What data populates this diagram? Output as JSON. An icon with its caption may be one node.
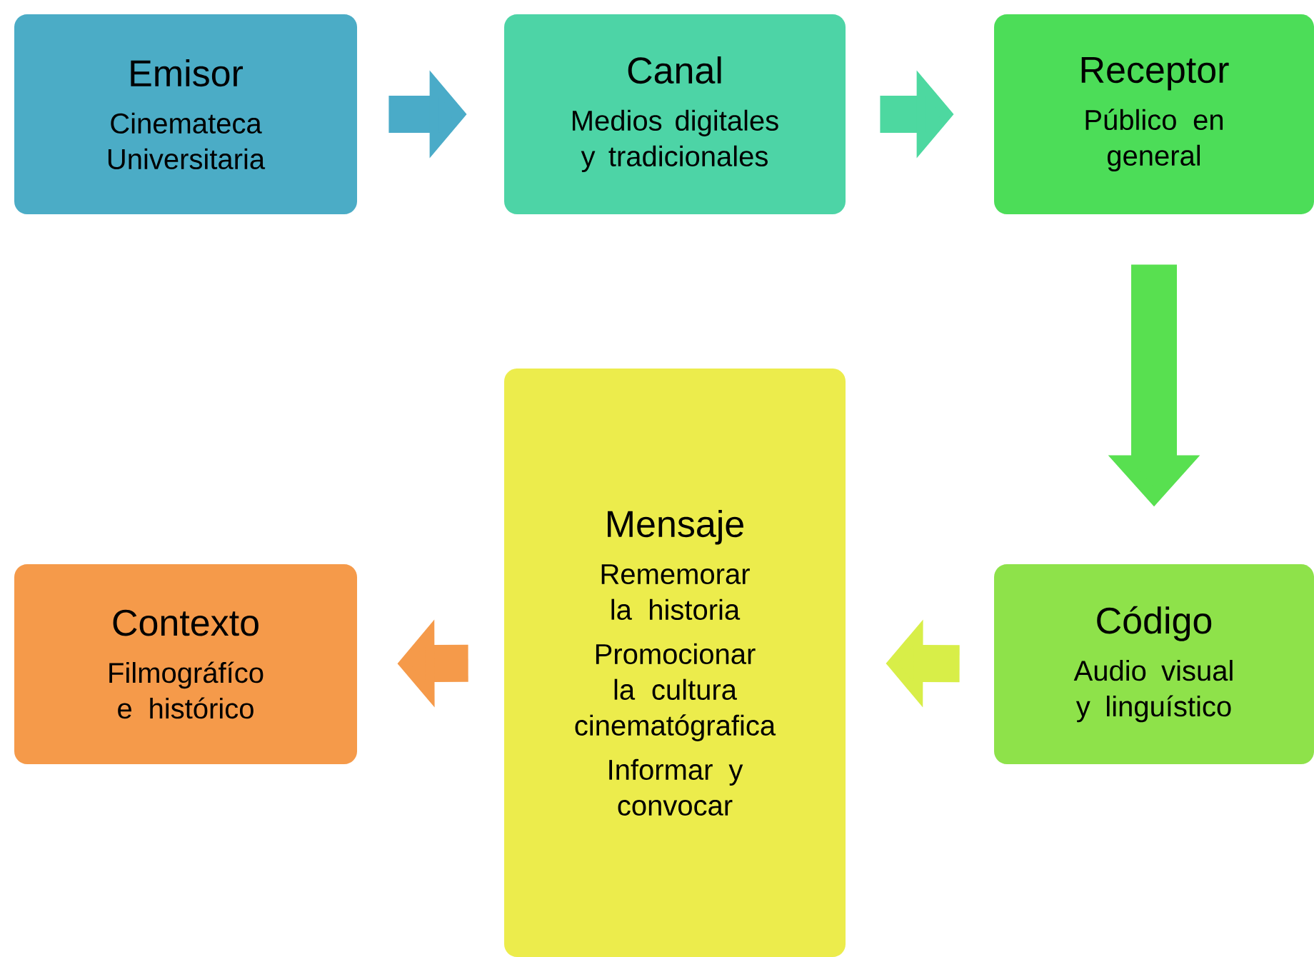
{
  "diagram": {
    "nodes": [
      {
        "text": [
          "Emisor",
          "Cinemateca Universitaria"
        ]
      },
      {
        "text": [
          "Canal",
          "Medios digitales y tradicionales"
        ]
      },
      {
        "text": [
          "Receptor",
          "Público en general"
        ]
      },
      {
        "text": [
          "Código",
          "Audio visual y linguístico"
        ]
      },
      {
        "text": [
          "Mensaje",
          "Rememorar la historia",
          "Promocionar la cultura cinematógrafica",
          "Informar y convocar"
        ]
      },
      {
        "text": [
          "Contexto",
          "Filmográfíco e histórico"
        ]
      }
    ],
    "edges": [
      {
        "from": 0,
        "to": 1,
        "arrow": "to",
        "color": "#4aabc8"
      },
      {
        "from": 1,
        "to": 2,
        "arrow": "to",
        "color": "#4dd8a0"
      },
      {
        "from": 2,
        "to": 3,
        "arrow": "to",
        "color": "#58e050"
      },
      {
        "from": 3,
        "to": 4,
        "arrow": "to",
        "color": "#d8ee48"
      },
      {
        "from": 4,
        "to": 5,
        "arrow": "to",
        "color": "#f59a4a"
      }
    ]
  }
}
